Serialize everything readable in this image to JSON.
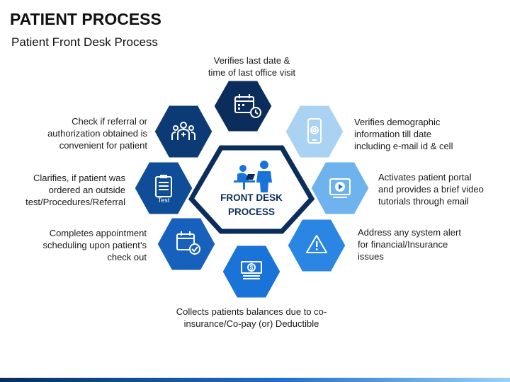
{
  "header": {
    "title": "PATIENT PROCESS",
    "subtitle": "Patient Front Desk Process"
  },
  "center": {
    "label": "FRONT DESK\nPROCESS",
    "icon": "front-desk-meeting-icon"
  },
  "steps": [
    {
      "id": "top",
      "text": "Verifies last date &\ntime of last office visit",
      "icon": "calendar-clock-icon",
      "color": "#0b2d5b"
    },
    {
      "id": "upper-right",
      "text": "Verifies  demographic\ninformation till date\nincluding e-mail id & cell",
      "icon": "mobile-email-icon",
      "color": "#a9d2f3"
    },
    {
      "id": "right",
      "text": "Activates patient portal\n and provides a brief video\ntutorials through email",
      "icon": "video-player-icon",
      "color": "#6fb3ee"
    },
    {
      "id": "lower-right",
      "text": "Address any system alert\nfor financial/Insurance\nissues",
      "icon": "alert-triangle-icon",
      "color": "#2b86e3"
    },
    {
      "id": "bottom",
      "text": "Collects patients balances due to co-\ninsurance/Co-pay (or) Deductible",
      "icon": "cash-stack-icon",
      "color": "#1a73d9"
    },
    {
      "id": "lower-left",
      "text": "Completes appointment\nscheduling upon patient’s\ncheck out",
      "icon": "calendar-check-icon",
      "color": "#1760bc"
    },
    {
      "id": "left",
      "text": "Clarifies, if patient was\nordered an outside\ntest/Procedures/Referral",
      "icon": "test-clipboard-icon",
      "color": "#0f4d98",
      "icon_text": "Test"
    },
    {
      "id": "upper-left",
      "text": "Check if referral or\nauthorization obtained is\nconvenient for patient",
      "icon": "medical-team-icon",
      "color": "#0b3a75"
    }
  ]
}
